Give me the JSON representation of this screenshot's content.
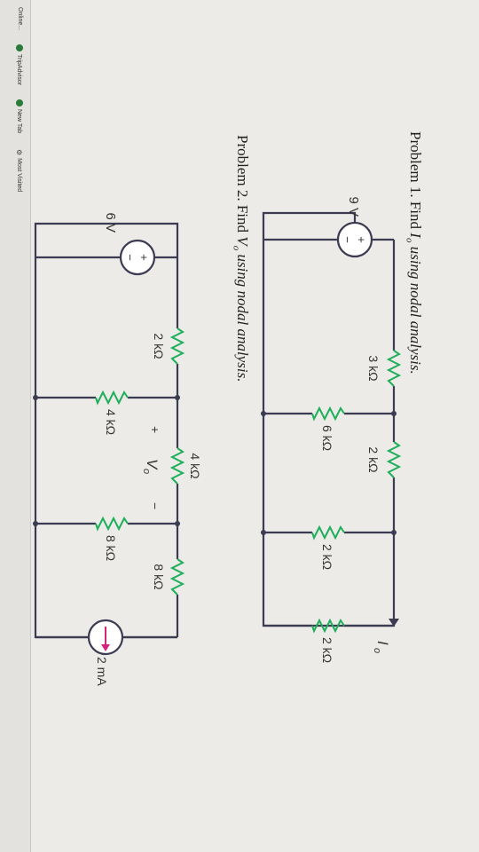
{
  "bookmarks": [
    {
      "label": "Online...",
      "icon": "none"
    },
    {
      "label": "TripAdvisor",
      "icon": "globe-icon"
    },
    {
      "label": "New Tab",
      "icon": "globe-icon"
    },
    {
      "label": "Most Visited",
      "icon": "gear-icon"
    }
  ],
  "problem1": {
    "prefix": "Problem 1. Find ",
    "var": "I",
    "var_sub": "o",
    "suffix": " using nodal analysis.",
    "source": {
      "label": "9 V",
      "plus": "+",
      "minus": "−"
    },
    "top_left_label": "3 kΩ",
    "top_right_label": "2 kΩ",
    "shunt1_label": "6 kΩ",
    "shunt2_label": "2 kΩ",
    "right_label": "2 kΩ",
    "current_label": "I",
    "current_sub": "o"
  },
  "problem2": {
    "prefix": "Problem 2. Find ",
    "var": "V",
    "var_sub": "o",
    "suffix": " using nodal analysis.",
    "source": {
      "label": "6 V",
      "plus": "+",
      "minus": "−"
    },
    "top_left_label": "2 kΩ",
    "middle_label": "4 kΩ",
    "vo_plus": "+",
    "vo_minus": "−",
    "vo_label": "V",
    "vo_sub": "o",
    "right_label": "8 kΩ",
    "shunt1_label": "4 kΩ",
    "shunt2_label": "8 kΩ",
    "current_source_label": "2 mA"
  },
  "colors": {
    "wire": "#3b3b52",
    "resistor": "#1fae5a",
    "arrow": "#d4237a",
    "source_fill": "#ffffff"
  }
}
